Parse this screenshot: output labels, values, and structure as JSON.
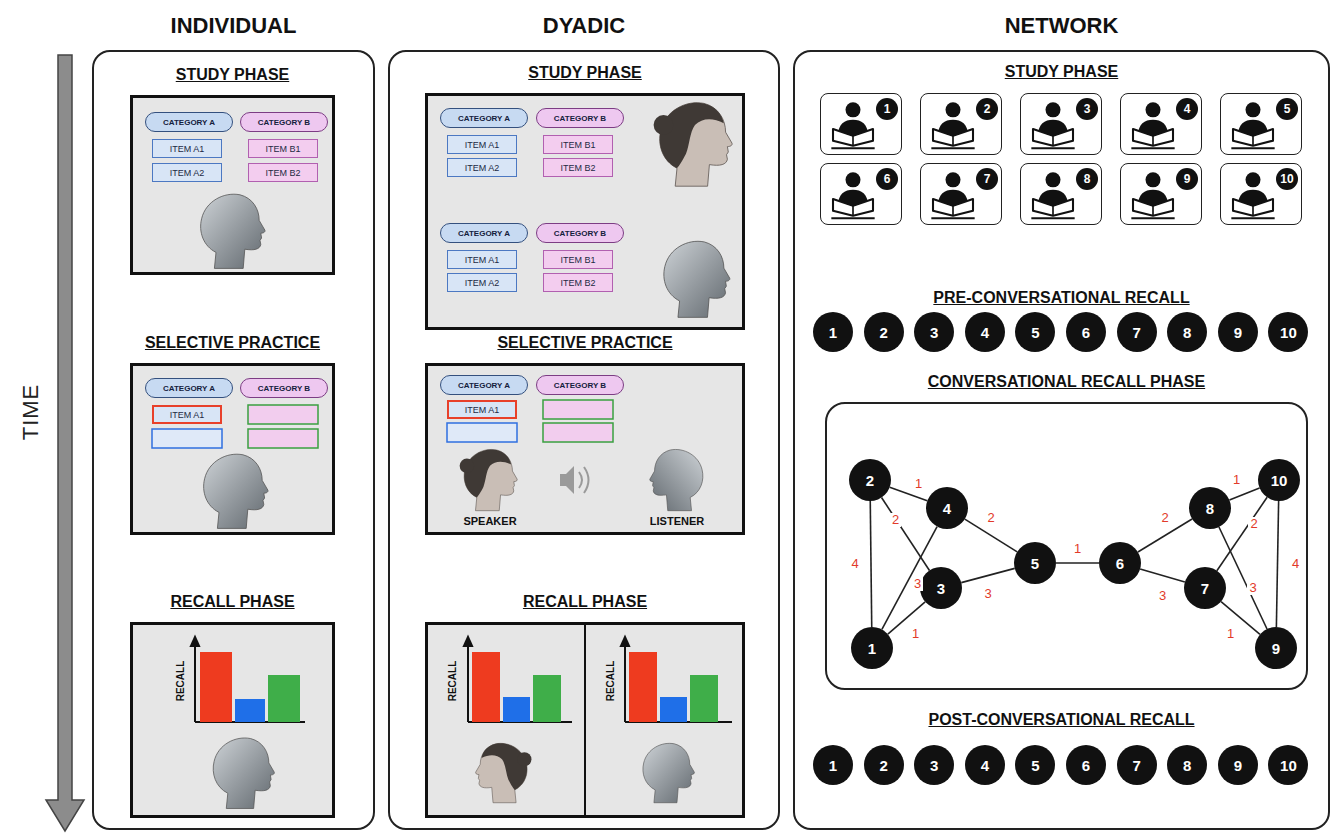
{
  "diagram": {
    "nodes": [
      {
        "text": [
          "INDIVIDUAL"
        ]
      },
      {
        "text": [
          "STUDY PHASE"
        ],
        "in": 0
      },
      {
        "text": [
          "CATEGORY A"
        ],
        "in": 1
      },
      {
        "text": [
          "CATEGORY B"
        ],
        "in": 1
      },
      {
        "text": [
          "ITEM A1"
        ],
        "in": 1
      },
      {
        "text": [
          "ITEM B1"
        ],
        "in": 1
      },
      {
        "text": [
          "ITEM A2"
        ],
        "in": 1
      },
      {
        "text": [
          "ITEM B2"
        ],
        "in": 1
      },
      {
        "text": [
          "SELECTIVE PRACTICE"
        ],
        "in": 0
      },
      {
        "text": [
          "CATEGORY A"
        ],
        "in": 8
      },
      {
        "text": [
          "CATEGORY B"
        ],
        "in": 8
      },
      {
        "text": [
          "ITEM A1"
        ],
        "in": 8
      },
      {
        "text": [
          "RECALL PHASE",
          "RECALL"
        ],
        "in": 0
      },
      {
        "text": [
          "DYADIC"
        ]
      },
      {
        "text": [
          "STUDY PHASE"
        ],
        "in": 13
      },
      {
        "text": [
          "CATEGORY A"
        ],
        "in": 14
      },
      {
        "text": [
          "CATEGORY B"
        ],
        "in": 14
      },
      {
        "text": [
          "ITEM A1"
        ],
        "in": 14
      },
      {
        "text": [
          "ITEM B1"
        ],
        "in": 14
      },
      {
        "text": [
          "ITEM A2"
        ],
        "in": 14
      },
      {
        "text": [
          "ITEM B2"
        ],
        "in": 14
      },
      {
        "text": [
          "CATEGORY A"
        ],
        "in": 14
      },
      {
        "text": [
          "CATEGORY B"
        ],
        "in": 14
      },
      {
        "text": [
          "ITEM A1"
        ],
        "in": 14
      },
      {
        "text": [
          "ITEM B1"
        ],
        "in": 14
      },
      {
        "text": [
          "ITEM A2"
        ],
        "in": 14
      },
      {
        "text": [
          "ITEM B2"
        ],
        "in": 14
      },
      {
        "text": [
          "SELECTIVE PRACTICE",
          "SPEAKER",
          "LISTENER"
        ],
        "in": 13
      },
      {
        "text": [
          "CATEGORY A"
        ],
        "in": 27
      },
      {
        "text": [
          "CATEGORY B"
        ],
        "in": 27
      },
      {
        "text": [
          "ITEM A1"
        ],
        "in": 27
      },
      {
        "text": [
          "RECALL PHASE",
          "RECALL",
          "RECALL"
        ],
        "in": 13
      },
      {
        "text": [
          "NETWORK"
        ]
      },
      {
        "text": [
          "1"
        ],
        "in": 32
      },
      {
        "text": [
          "2"
        ],
        "in": 32
      },
      {
        "text": [
          "3"
        ],
        "in": 32
      },
      {
        "text": [
          "4"
        ],
        "in": 32
      },
      {
        "text": [
          "5"
        ],
        "in": 32
      },
      {
        "text": [
          "6"
        ],
        "in": 32
      },
      {
        "text": [
          "7"
        ],
        "in": 32
      },
      {
        "text": [
          "8"
        ],
        "in": 32
      },
      {
        "text": [
          "9"
        ],
        "in": 32
      },
      {
        "text": [
          "10"
        ],
        "in": 32
      },
      {
        "text": [
          "1"
        ],
        "in": 32
      },
      {
        "text": [
          "2"
        ],
        "in": 32
      },
      {
        "text": [
          "3"
        ],
        "in": 32
      },
      {
        "text": [
          "4"
        ],
        "in": 32
      },
      {
        "text": [
          "5"
        ],
        "in": 32
      },
      {
        "text": [
          "6"
        ],
        "in": 32
      },
      {
        "text": [
          "7"
        ],
        "in": 32
      },
      {
        "text": [
          "8"
        ],
        "in": 32
      },
      {
        "text": [
          "9"
        ],
        "in": 32
      },
      {
        "text": [
          "10"
        ],
        "in": 32
      },
      {
        "text": [
          "CONVERSATIONAL RECALL PHASE"
        ],
        "in": 32
      },
      {
        "text": [
          "1"
        ],
        "in": 53
      },
      {
        "text": [
          "2"
        ],
        "in": 53
      },
      {
        "text": [
          "3"
        ],
        "in": 53
      },
      {
        "text": [
          "4"
        ],
        "in": 53
      },
      {
        "text": [
          "5"
        ],
        "in": 53
      },
      {
        "text": [
          "6"
        ],
        "in": 53
      },
      {
        "text": [
          "7"
        ],
        "in": 53
      },
      {
        "text": [
          "8"
        ],
        "in": 53
      },
      {
        "text": [
          "9"
        ],
        "in": 53
      },
      {
        "text": [
          "10"
        ],
        "in": 53
      },
      {
        "text": [
          "1"
        ],
        "in": 32
      },
      {
        "text": [
          "2"
        ],
        "in": 32
      },
      {
        "text": [
          "3"
        ],
        "in": 32
      },
      {
        "text": [
          "4"
        ],
        "in": 32
      },
      {
        "text": [
          "5"
        ],
        "in": 32
      },
      {
        "text": [
          "6"
        ],
        "in": 32
      },
      {
        "text": [
          "7"
        ],
        "in": 32
      },
      {
        "text": [
          "8"
        ],
        "in": 32
      },
      {
        "text": [
          "9"
        ],
        "in": 32
      },
      {
        "text": [
          "10"
        ],
        "in": 32
      }
    ],
    "edges": [
      {
        "from": 55,
        "to": 57,
        "arrow": "none",
        "label": "1"
      },
      {
        "from": 55,
        "to": 56,
        "arrow": "none",
        "label": "2"
      },
      {
        "from": 55,
        "to": 54,
        "arrow": "none",
        "label": "4"
      },
      {
        "from": 57,
        "to": 54,
        "arrow": "none",
        "label": "3"
      },
      {
        "from": 56,
        "to": 54,
        "arrow": "none",
        "label": "1"
      },
      {
        "from": 57,
        "to": 58,
        "arrow": "none",
        "label": "2"
      },
      {
        "from": 56,
        "to": 58,
        "arrow": "none",
        "label": "3"
      },
      {
        "from": 58,
        "to": 59,
        "arrow": "none",
        "label": "1"
      },
      {
        "from": 61,
        "to": 59,
        "arrow": "none",
        "label": "2"
      },
      {
        "from": 60,
        "to": 59,
        "arrow": "none",
        "label": "3"
      },
      {
        "from": 63,
        "to": 61,
        "arrow": "none",
        "label": "1"
      },
      {
        "from": 63,
        "to": 60,
        "arrow": "none",
        "label": "2"
      },
      {
        "from": 63,
        "to": 62,
        "arrow": "none",
        "label": "4"
      },
      {
        "from": 61,
        "to": 62,
        "arrow": "none",
        "label": "3"
      },
      {
        "from": 60,
        "to": 62,
        "arrow": "none",
        "label": "1"
      }
    ],
    "labels": [
      "TIME",
      "STUDY PHASE",
      "PRE-CONVERSATIONAL RECALL",
      "POST-CONVERSATIONAL RECALL"
    ]
  }
}
